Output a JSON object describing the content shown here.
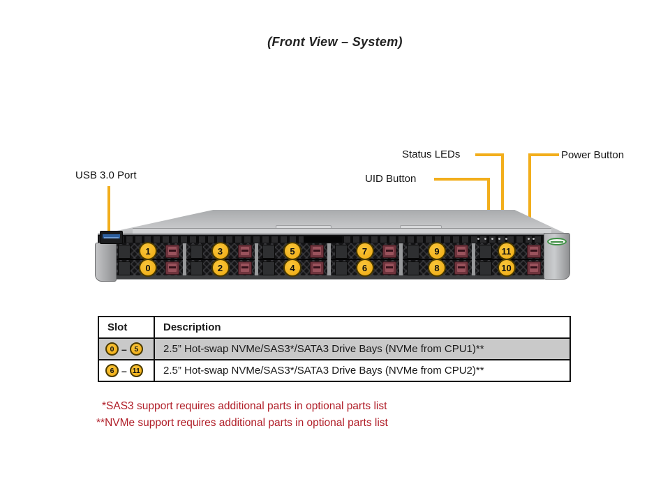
{
  "title": "(Front View – System)",
  "callouts": {
    "usb": "USB 3.0 Port",
    "uid": "UID Button",
    "status": "Status LEDs",
    "power": "Power Button"
  },
  "chassis": {
    "top_row_bays": [
      "1",
      "3",
      "5",
      "7",
      "9",
      "11"
    ],
    "bottom_row_bays": [
      "0",
      "2",
      "4",
      "6",
      "8",
      "10"
    ]
  },
  "table": {
    "headers": [
      "Slot",
      "Description"
    ],
    "rows": [
      {
        "slot_start": "0",
        "slot_sep": "–",
        "slot_end": "5",
        "description": "2.5” Hot-swap NVMe/SAS3*/SATA3 Drive Bays (NVMe from CPU1)**"
      },
      {
        "slot_start": "6",
        "slot_sep": "–",
        "slot_end": "11",
        "description": "2.5” Hot-swap NVMe/SAS3*/SATA3 Drive Bays (NVMe from CPU2)**"
      }
    ]
  },
  "footnotes": [
    "*SAS3 support requires additional parts in optional parts list",
    "**NVMe support requires additional parts in optional parts list"
  ],
  "icons": {
    "usb_port": "usb-port-icon",
    "status_leds": "status-leds-icon",
    "power_button": "power-button-icon",
    "brand_label": "brand-label-icon"
  },
  "colors": {
    "callout_yellow": "#F2AE1C",
    "bay_badge_yellow": "#F0B125",
    "footnote_red": "#B01E28",
    "shaded_row_gray": "#C9C9C9"
  }
}
